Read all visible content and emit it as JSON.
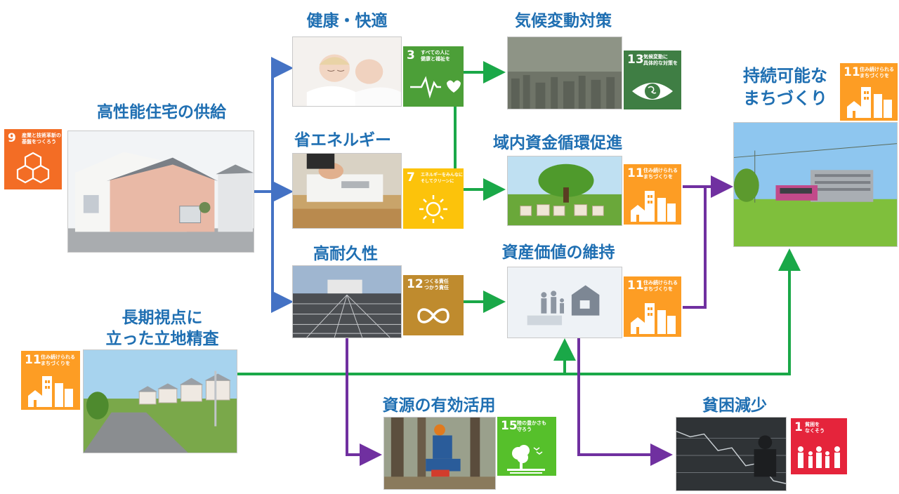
{
  "nodes": {
    "supply": {
      "title": "高性能住宅の供給"
    },
    "health": {
      "title": "健康・快適"
    },
    "energy": {
      "title": "省エネルギー"
    },
    "durability": {
      "title": "高耐久性"
    },
    "climate": {
      "title": "気候変動対策"
    },
    "local_fund": {
      "title": "域内資金循環促進"
    },
    "asset": {
      "title": "資産価値の維持"
    },
    "sustainable": {
      "title": "持続可能な\nまちづくり"
    },
    "location": {
      "title": "長期視点に\n立った立地精査"
    },
    "resources": {
      "title": "資源の有効活用"
    },
    "poverty": {
      "title": "貧困減少"
    }
  },
  "sdgs": {
    "goal9": {
      "number": "9",
      "label": "産業と技術革新の\n基盤をつくろう",
      "color": "#f36d25",
      "icon": "cubes-icon"
    },
    "goal3": {
      "number": "3",
      "label": "すべての人に\n健康と福祉を",
      "color": "#4c9f38",
      "icon": "heartbeat-icon"
    },
    "goal7": {
      "number": "7",
      "label": "エネルギーをみんなに\nそしてクリーンに",
      "color": "#fcc30b",
      "icon": "sun-icon"
    },
    "goal12": {
      "number": "12",
      "label": "つくる責任\nつかう責任",
      "color": "#bf8b2e",
      "icon": "infinity-icon"
    },
    "goal13": {
      "number": "13",
      "label": "気候変動に\n具体的な対策を",
      "color": "#3f7e44",
      "icon": "eye-globe-icon"
    },
    "goal11": {
      "number": "11",
      "label": "住み続けられる\nまちづくりを",
      "color": "#fd9d24",
      "icon": "city-icon"
    },
    "goal15": {
      "number": "15",
      "label": "陸の豊かさも\n守ろう",
      "color": "#56c02b",
      "icon": "tree-icon"
    },
    "goal1": {
      "number": "1",
      "label": "貧困を\nなくそう",
      "color": "#e5243b",
      "icon": "family-icon"
    }
  },
  "colors": {
    "blue_arrow": "#4472c4",
    "green_arrow": "#1aa848",
    "purple_arrow": "#7030a0",
    "title": "#1f6fb2"
  }
}
